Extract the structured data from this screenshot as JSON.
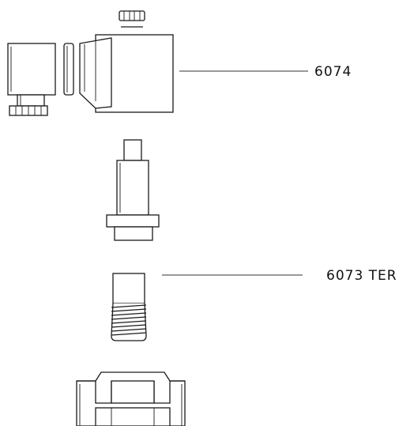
{
  "callouts": [
    {
      "id": "coil",
      "label": "6074"
    },
    {
      "id": "tube",
      "label": "6073 TER"
    }
  ]
}
